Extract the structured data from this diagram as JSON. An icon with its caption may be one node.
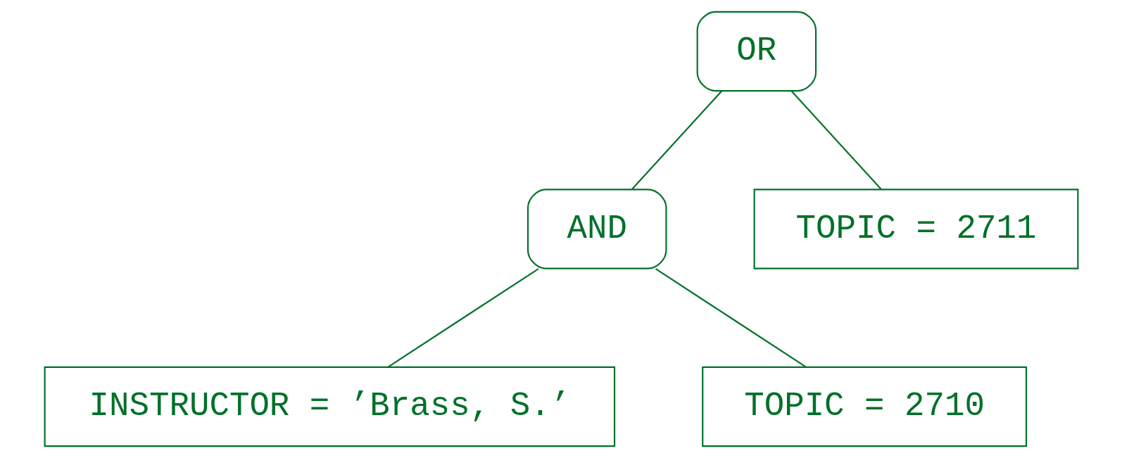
{
  "diagram": {
    "nodes": [
      {
        "text": [
          "OR"
        ]
      },
      {
        "text": [
          "AND"
        ]
      },
      {
        "text": [
          "TOPIC = 2711"
        ]
      },
      {
        "text": [
          "INSTRUCTOR = ’Brass, S.’"
        ]
      },
      {
        "text": [
          "TOPIC = 2710"
        ]
      }
    ],
    "edges": [
      {
        "from": 0,
        "to": 1,
        "arrow": "none"
      },
      {
        "from": 0,
        "to": 2,
        "arrow": "none"
      },
      {
        "from": 1,
        "to": 3,
        "arrow": "none"
      },
      {
        "from": 1,
        "to": 4,
        "arrow": "none"
      }
    ]
  }
}
